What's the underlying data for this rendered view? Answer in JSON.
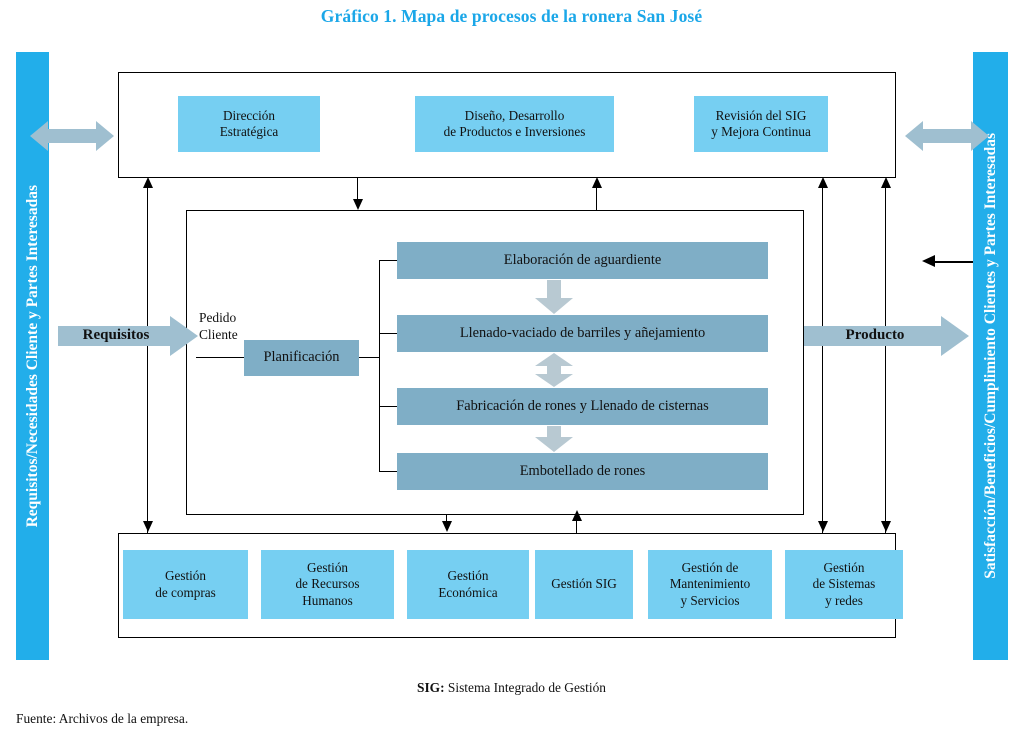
{
  "title": "Gráfico 1. Mapa de procesos de la ronera San José",
  "colors": {
    "title": "#1BA7E8",
    "sidebar": "#22AEEA",
    "light_box": "#76CFF2",
    "slate_box": "#7FAEC6",
    "block_arrow": "#9FBFD0",
    "line": "#000000"
  },
  "sidebars": {
    "left_label": "Requisitos/Necesidades Cliente y Partes Interesadas",
    "right_label": "Satisfacción/Beneficios/Cumplimiento Clientes y Partes Interesadas"
  },
  "flow": {
    "input_label": "Requisitos",
    "output_label": "Producto",
    "order_label_line1": "Pedido",
    "order_label_line2": "Cliente"
  },
  "strategic": {
    "boxes": [
      {
        "line1": "Dirección",
        "line2": "Estratégica"
      },
      {
        "line1": "Diseño, Desarrollo",
        "line2": "de Productos e Inversiones"
      },
      {
        "line1": "Revisión del SIG",
        "line2": "y Mejora Continua"
      }
    ]
  },
  "operational": {
    "planning_label": "Planificación",
    "boxes": [
      {
        "label": "Elaboración de aguardiente"
      },
      {
        "label": "Llenado-vaciado de barriles y añejamiento"
      },
      {
        "label": "Fabricación de rones y Llenado de cisternas"
      },
      {
        "label": "Embotellado de rones"
      }
    ]
  },
  "support": {
    "boxes": [
      {
        "line1": "Gestión",
        "line2": "de compras",
        "line3": ""
      },
      {
        "line1": "Gestión",
        "line2": "de Recursos",
        "line3": "Humanos"
      },
      {
        "line1": "Gestión",
        "line2": "Económica",
        "line3": ""
      },
      {
        "line1": "Gestión SIG",
        "line2": "",
        "line3": ""
      },
      {
        "line1": "Gestión de",
        "line2": "Mantenimiento",
        "line3": "y Servicios"
      },
      {
        "line1": "Gestión",
        "line2": "de Sistemas",
        "line3": "y redes"
      }
    ]
  },
  "footer": {
    "sig_abbr": "SIG:",
    "sig_text": " Sistema Integrado de Gestión",
    "source": "Fuente: Archivos de la empresa."
  }
}
